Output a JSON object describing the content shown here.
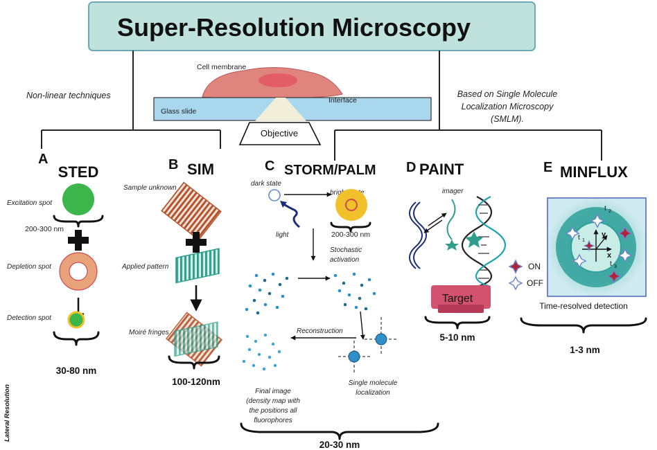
{
  "title": "Super-Resolution Microscopy",
  "branches": {
    "left": "Non-linear techniques",
    "right": [
      "Based on Single Molecule",
      "Localization Microscopy",
      "(SMLM)."
    ]
  },
  "center": {
    "cell_membrane": "Cell membrane",
    "glass_slide": "Glass slide",
    "interface": "Interface",
    "objective": "Objective"
  },
  "side_label": "Lateral Resolution",
  "panels": {
    "A": {
      "letter": "A",
      "name": "STED",
      "excitation": "Excitation spot",
      "spot_size": "200-300 nm",
      "depletion": "Depletion spot",
      "detection": "Detection spot",
      "resolution": "30-80 nm"
    },
    "B": {
      "letter": "B",
      "name": "SIM",
      "sample": "Sample unknown",
      "pattern": "Applied pattern",
      "moire": "Moiré fringes",
      "resolution": "100-120nm"
    },
    "C": {
      "letter": "C",
      "name": "STORM/PALM",
      "dark": "dark state",
      "bright": "bright state",
      "light": "light",
      "spot_size": "200-300 nm",
      "stochastic": [
        "Stochastic",
        "activation"
      ],
      "reconstruction": "Reconstruction",
      "final": [
        "Final image",
        "(density map with",
        "the positions all",
        "fluorophores"
      ],
      "single": [
        "Single molecule",
        "localization"
      ],
      "resolution": "20-30 nm"
    },
    "D": {
      "letter": "D",
      "name": "PAINT",
      "imager": "imager",
      "target": "Target",
      "resolution": "5-10 nm"
    },
    "E": {
      "letter": "E",
      "name": "MINFLUX",
      "t1": "t",
      "t1_sub": "1",
      "t2": "t",
      "t2_sub": "2",
      "t3": "t",
      "t3_sub": "3",
      "y": "y",
      "x": "x",
      "on": "ON",
      "off": "OFF",
      "detection": "Time-resolved detection",
      "resolution": "1-3 nm"
    }
  },
  "colors": {
    "title_bg": "#bfe3dc",
    "slide": "#a9d7ee",
    "cell": "#e0857e",
    "green": "#3cb54a",
    "ring": "#e9a37b",
    "rust": "#b5532c",
    "teal": "#2f9e8c",
    "yellow": "#f1c12c",
    "blue_dot": "#2f8fc9",
    "target": "#d2526f",
    "minflux_bg": "#bfe5e5",
    "minflux_circle": "#2fa09a",
    "star_red": "#b0233b"
  }
}
